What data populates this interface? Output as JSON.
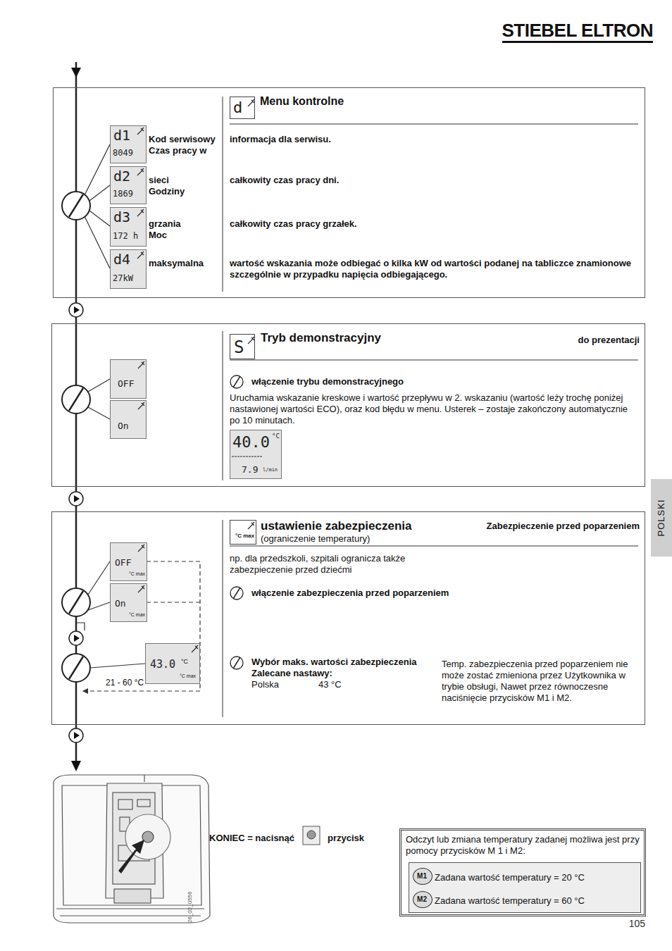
{
  "diagram": {
    "nodes": [
      {
        "text": [
          "Menu kontrolne"
        ]
      },
      {
        "text": [
          "d"
        ],
        "in": 0
      },
      {
        "text": [
          "d1",
          "8049"
        ],
        "in": 0
      },
      {
        "text": [
          "d2",
          "1869"
        ],
        "in": 0
      },
      {
        "text": [
          "d3",
          "172 h"
        ],
        "in": 0
      },
      {
        "text": [
          "d4",
          "27kW"
        ],
        "in": 0
      },
      {
        "text": [
          "Tryb demonstracyjny"
        ]
      },
      {
        "text": [
          "S"
        ],
        "in": 6
      },
      {
        "text": [
          "OFF"
        ],
        "in": 6
      },
      {
        "text": [
          "On"
        ],
        "in": 6
      },
      {
        "text": [
          "40.0",
          "°C",
          "7.9",
          "l/min"
        ],
        "in": 6
      },
      {
        "text": [
          "ustawienie zabezpieczenia",
          "(ograniczenie temperatury)"
        ]
      },
      {
        "text": [
          "°C max"
        ],
        "in": 11
      },
      {
        "text": [
          "OFF",
          "°C max"
        ],
        "in": 11
      },
      {
        "text": [
          "On",
          "°C max"
        ],
        "in": 11
      },
      {
        "text": [
          "43.0",
          "°C",
          "°C max"
        ],
        "in": 11
      },
      {
        "text": [
          "Odczyt lub zmiana temperatury zadanej możliwa jest przy pomocy przycisków M 1 i M2:"
        ]
      },
      {
        "text": [
          "Zadana wartość temperatury = 20 °C",
          "Zadana wartość temperatury = 60 °C"
        ],
        "in": 16
      },
      {
        "text": [
          "M1"
        ],
        "in": 17
      },
      {
        "text": [
          "M2"
        ],
        "in": 17
      },
      {
        "text": [
          "POLSKI"
        ]
      }
    ],
    "labels": [
      "STIEBEL ELTRON",
      "Kod serwisowy",
      "Czas pracy w",
      "sieci",
      "Godziny",
      "grzania",
      "Moc",
      "maksymalna",
      "informacja dla serwisu.",
      "całkowity czas pracy dni.",
      "całkowity czas pracy grzałek.",
      "wartość wskazania może odbiegać o kilka kW od wartości podanej na tabliczce znamionowe szczególnie w przypadku napięcia odbiegającego.",
      "do prezentacji",
      "włączenie trybu demonstracyjnego",
      "Uruchamia wskazanie kreskowe i wartość przepływu w 2. wskazaniu (wartość leży trochę poniżej nastawionej wartości ECO), oraz kod błędu w menu. Usterek – zostaje zakończony automatycznie po 10 minutach.",
      "Zabezpieczenie przed poparzeniem",
      "np. dla przedszkoli, szpitali ogranicza także zabezpieczenie przed dziećmi",
      "włączenie zabezpieczenia przed poparzeniem",
      "Wybór maks. wartości zabezpieczenia",
      "Zalecane nastawy:",
      "Polska",
      "43 °C",
      "Temp. zabezpieczenia przed poparzeniem nie może zostać zmieniona przez Użytkownika w trybie obsługi, Nawet przez równoczesne naciśnięcie przycisków M1 i M2.",
      "21 - 60 °C",
      "KONIEC = nacisnąć",
      "przycisk",
      "26_02_0556",
      "105"
    ]
  }
}
